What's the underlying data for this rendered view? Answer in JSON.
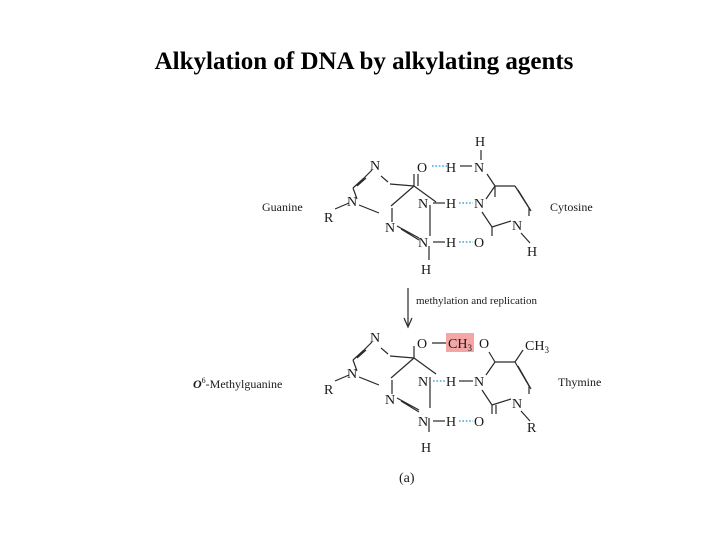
{
  "slide": {
    "title": "Alkylation of DNA by alkylating agents"
  },
  "colors": {
    "hydrogen_bond": "#3fa7d9",
    "methyl_highlight": "#f4a6a6"
  },
  "pair_top": {
    "left_base": "Guanine",
    "right_base": "Cytosine",
    "atoms": {
      "n7": "N",
      "n9": "N",
      "r": "R",
      "o6": "O",
      "n1": "N",
      "n3": "N",
      "n2": "N",
      "h_n2": "H",
      "h1": "H",
      "h2": "H",
      "h3": "H",
      "cyt_n4": "N",
      "cyt_h4": "H",
      "cyt_n3": "N",
      "cyt_o2": "O",
      "cyt_n1": "N",
      "cyt_h1": "H"
    }
  },
  "arrow": {
    "label": "methylation and replication"
  },
  "pair_bottom": {
    "left_base_prefix": "O",
    "left_base_sup": "6",
    "left_base_rest": "-Methylguanine",
    "right_base": "Thymine",
    "atoms": {
      "n7": "N",
      "n9": "N",
      "r": "R",
      "o6": "O",
      "ch3_highlight": "CH",
      "ch3_sub": "3",
      "n1": "N",
      "h_mid": "H",
      "n3": "N",
      "n2": "N",
      "h_n2": "H",
      "h_bottom": "H",
      "thy_o4": "O",
      "thy_ch3": "CH",
      "thy_ch3_sub": "3",
      "thy_n3": "N",
      "thy_o2": "O",
      "thy_n1": "N",
      "thy_r": "R"
    }
  },
  "caption": "(a)"
}
